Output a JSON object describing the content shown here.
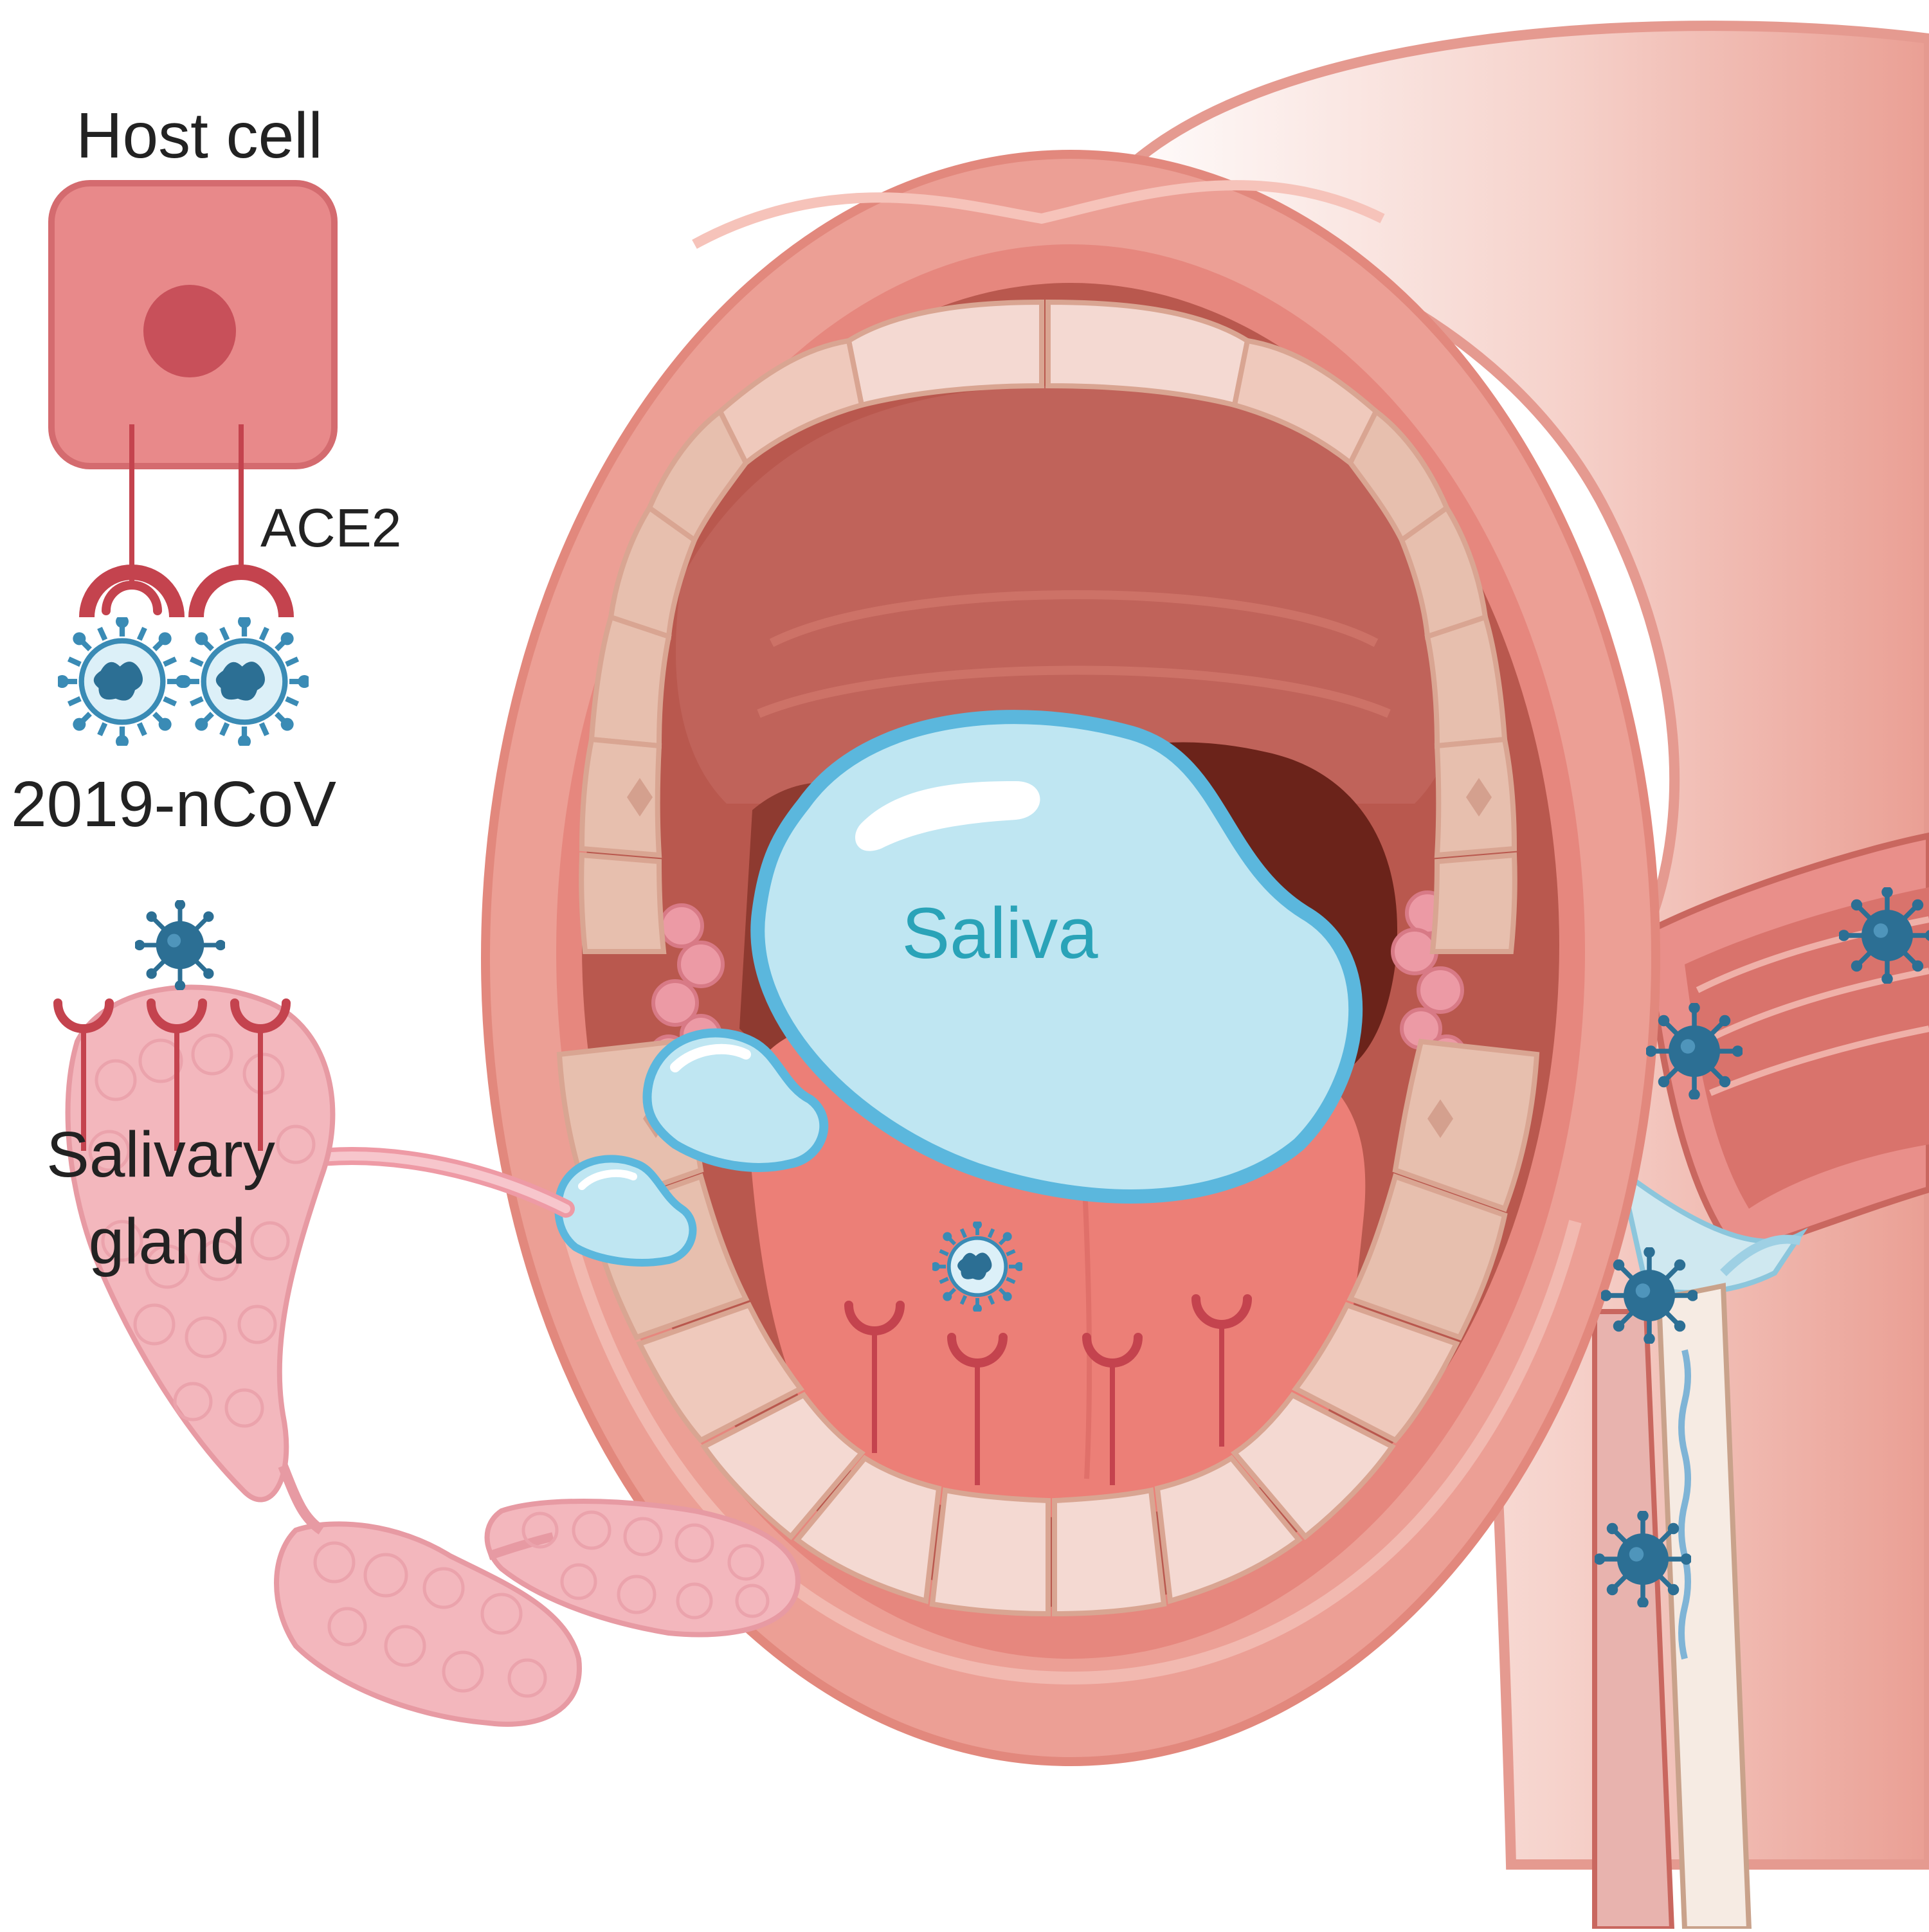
{
  "labels": {
    "host_cell": "Host cell",
    "ace2": "ACE2",
    "virus": "2019-nCoV",
    "saliva": "Saliva",
    "salivary_gland_line1": "Salivary",
    "salivary_gland_line2": "gland"
  },
  "colors": {
    "lip": "#ea9a90",
    "lip_dark": "#e0857b",
    "cavity": "#b9584e",
    "throat": "#6b231a",
    "tongue": "#ec7f77",
    "teeth": "#f4d9d2",
    "teeth_back": "#e7bfae",
    "cell": "#e8898a",
    "nucleus": "#c8505a",
    "receptor": "#c4434e",
    "saliva_fill": "#bfe6f2",
    "saliva_stroke": "#5bb7dd",
    "saliva_text": "#2aa3b8",
    "virus": "#2c6f94",
    "gland": "#f3b7bd",
    "skin": "#f2c0b7"
  },
  "icons": [
    "host-cell-icon",
    "coronavirus-icon",
    "ace2-receptor-icon",
    "saliva-droplet-icon",
    "salivary-gland-icon"
  ]
}
